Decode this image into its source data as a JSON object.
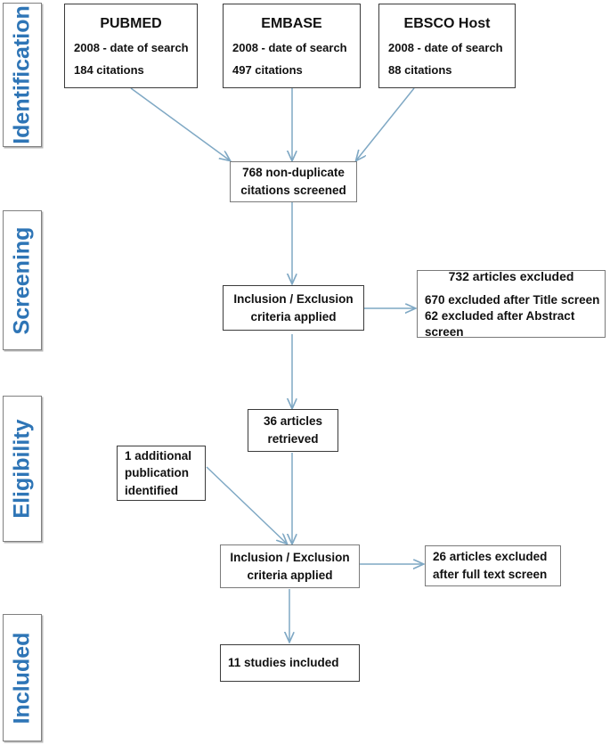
{
  "diagram": {
    "title": "PRISMA study selection flow diagram",
    "accent_color": "#2e75b6",
    "arrow_color": "#7fa8c4",
    "box_border_color": "#3b3b3b"
  },
  "phases": [
    {
      "key": "identification",
      "label": "Identification"
    },
    {
      "key": "screening",
      "label": "Screening"
    },
    {
      "key": "eligibility",
      "label": "Eligibility"
    },
    {
      "key": "included",
      "label": "Included"
    }
  ],
  "sources": [
    {
      "key": "pubmed",
      "title": "PUBMED",
      "date_range": "2008 - date of search",
      "citations": "184 citations"
    },
    {
      "key": "embase",
      "title": "EMBASE",
      "date_range": "2008 - date of search",
      "citations": "497 citations"
    },
    {
      "key": "ebsco",
      "title": "EBSCO Host",
      "date_range": "2008 - date of search",
      "citations": "88 citations"
    }
  ],
  "nodes": {
    "non_duplicates": {
      "line1": "768 non-duplicate",
      "line2": "citations screened"
    },
    "criteria_screening": {
      "line1": "Inclusion / Exclusion",
      "line2": "criteria applied"
    },
    "excluded_screening": {
      "title": "732 articles excluded",
      "line1": "670 excluded after Title screen",
      "line2": "62 excluded after Abstract screen"
    },
    "retrieved": {
      "line1": "36 articles",
      "line2": "retrieved"
    },
    "additional": {
      "line1": "1 additional",
      "line2": "publication",
      "line3": "identified"
    },
    "criteria_eligibility": {
      "line1": "Inclusion / Exclusion",
      "line2": "criteria applied"
    },
    "excluded_fulltext": {
      "line1": "26 articles excluded",
      "line2": "after full text screen"
    },
    "included_studies": {
      "line1": "11 studies included"
    }
  },
  "chart_data": {
    "type": "diagram",
    "diagram_type": "prisma-flow",
    "counts": {
      "pubmed_citations": 184,
      "embase_citations": 497,
      "ebsco_citations": 88,
      "non_duplicate_citations": 768,
      "excluded_after_screening": 732,
      "excluded_after_title": 670,
      "excluded_after_abstract": 62,
      "articles_retrieved": 36,
      "additional_publications": 1,
      "excluded_after_full_text": 26,
      "studies_included": 11
    }
  }
}
